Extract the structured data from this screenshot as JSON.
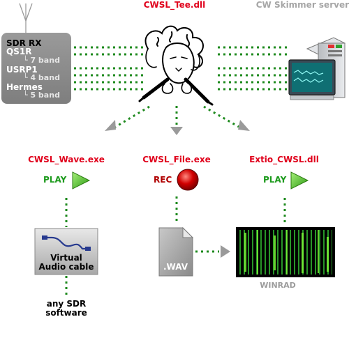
{
  "titles": {
    "center": "CWSL_Tee.dll",
    "right": "CW Skimmer server"
  },
  "sdr_box": {
    "heading": "SDR RX",
    "devices": [
      {
        "name": "QS1R",
        "bands": "7 band"
      },
      {
        "name": "USRP1",
        "bands": "4 band"
      },
      {
        "name": "Hermes",
        "bands": "5 band"
      }
    ]
  },
  "modules": {
    "wave": {
      "name": "CWSL_Wave.exe",
      "action": "PLAY"
    },
    "file": {
      "name": "CWSL_File.exe",
      "action": "REC"
    },
    "extio": {
      "name": "Extio_CWSL.dll",
      "action": "PLAY"
    }
  },
  "outputs": {
    "vac_line1": "Virtual",
    "vac_line2": "Audio cable",
    "any_sdr_line1": "any SDR",
    "any_sdr_line2": "software",
    "wav_label": ".WAV",
    "winrad_label": "WINRAD"
  },
  "colors": {
    "dots": "#1e8a1e",
    "title_red": "#e0001b",
    "play_green": "#46c41e",
    "rec_red": "#d10000"
  },
  "icons": [
    "antenna-icon",
    "jester-figure-icon",
    "server-icon",
    "play-icon",
    "record-icon",
    "audio-cable-icon",
    "wav-file-icon",
    "waterfall-icon"
  ]
}
